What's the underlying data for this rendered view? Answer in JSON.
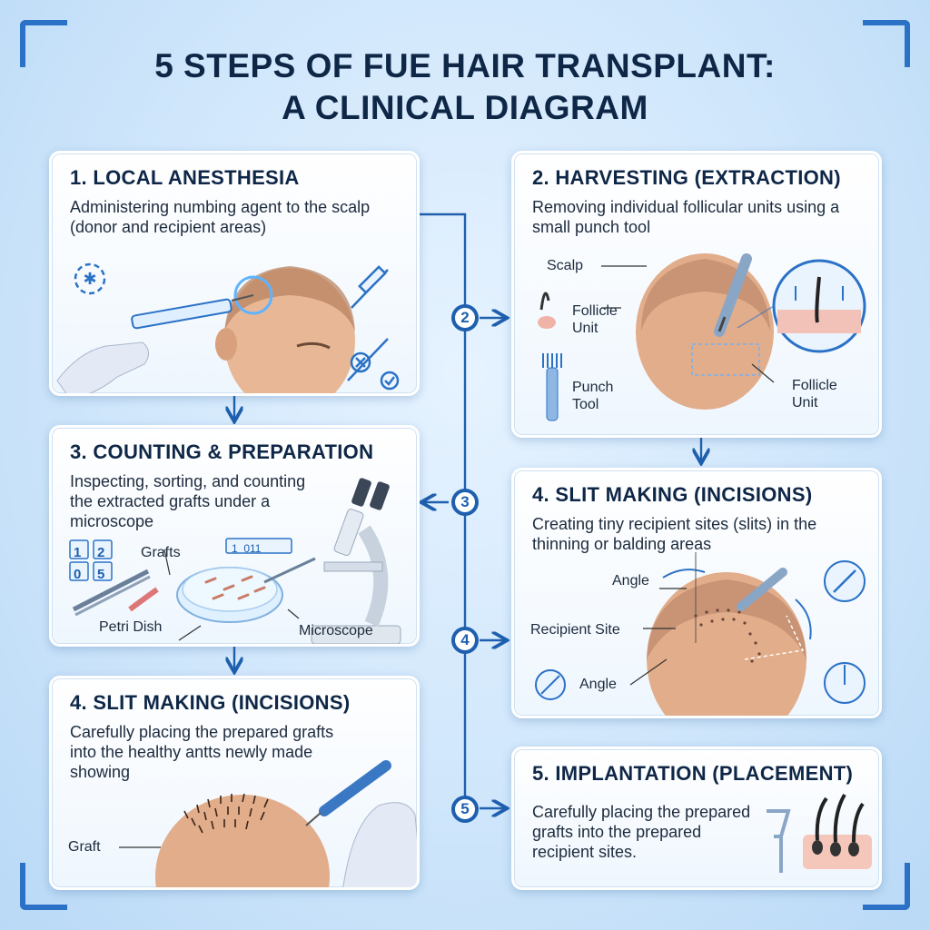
{
  "title": {
    "line1": "5 STEPS OF FUE HAIR TRANSPLANT:",
    "line2": "A CLINICAL DIAGRAM"
  },
  "steps": [
    {
      "heading": "1. LOCAL ANESTHESIA",
      "desc": "Administering numbing agent to the scalp (donor and recipient areas)"
    },
    {
      "heading": "2. HARVESTING (EXTRACTION)",
      "desc": "Removing individual follicular units using a small punch tool",
      "labels": {
        "scalp": "Scalp",
        "follicle_unit_1": "Follicle\nUnit",
        "punch_tool": "Punch\nTool",
        "follicle_unit_2": "Follicle\nUnit"
      }
    },
    {
      "heading": "3. COUNTING & PREPARATION",
      "desc": "Inspecting, sorting, and counting the extracted grafts under a microscope",
      "labels": {
        "grafts": "Grafts",
        "petri_dish": "Petri Dish",
        "microscope": "Microscope"
      },
      "counter_digits": [
        "1",
        "2",
        "0",
        "5"
      ],
      "counter_display": "1  011"
    },
    {
      "heading": "4. SLIT MAKING (INCISIONS)",
      "desc": "Creating tiny recipient sites (slits) in the thinning or balding areas",
      "labels": {
        "angle_1": "Angle",
        "recipient_site": "Recipient Site",
        "angle_2": "Angle"
      }
    },
    {
      "heading": "4. SLIT MAKING (INCISIONS)",
      "desc": "Carefully placing the prepared grafts into the healthy antts newly made showing",
      "labels": {
        "graft": "Graft"
      }
    },
    {
      "heading": "5. IMPLANTATION (PLACEMENT)",
      "desc": "Carefully placing the prepared grafts into the prepared recipient sites."
    }
  ],
  "badges": [
    "2",
    "3",
    "4",
    "5"
  ],
  "colors": {
    "accent": "#1e5fae",
    "title": "#0f2747",
    "background": "#cfe6fb"
  }
}
